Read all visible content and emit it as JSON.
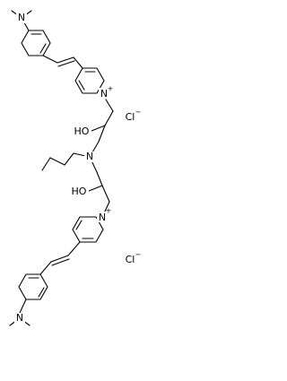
{
  "molecule": {
    "atoms": {
      "n_top_dimethylamino": "N",
      "n_top_pyridinium": "N",
      "n_top_pyridinium_charge": "+",
      "chloride_top": "Cl",
      "chloride_top_charge": "−",
      "hydroxyl_top": "HO",
      "n_central_amine": "N",
      "hydroxyl_bottom": "HO",
      "n_bottom_pyridinium": "N",
      "n_bottom_pyridinium_charge": "+",
      "chloride_bottom": "Cl",
      "chloride_bottom_charge": "−",
      "n_bottom_dimethylamino": "N"
    }
  }
}
